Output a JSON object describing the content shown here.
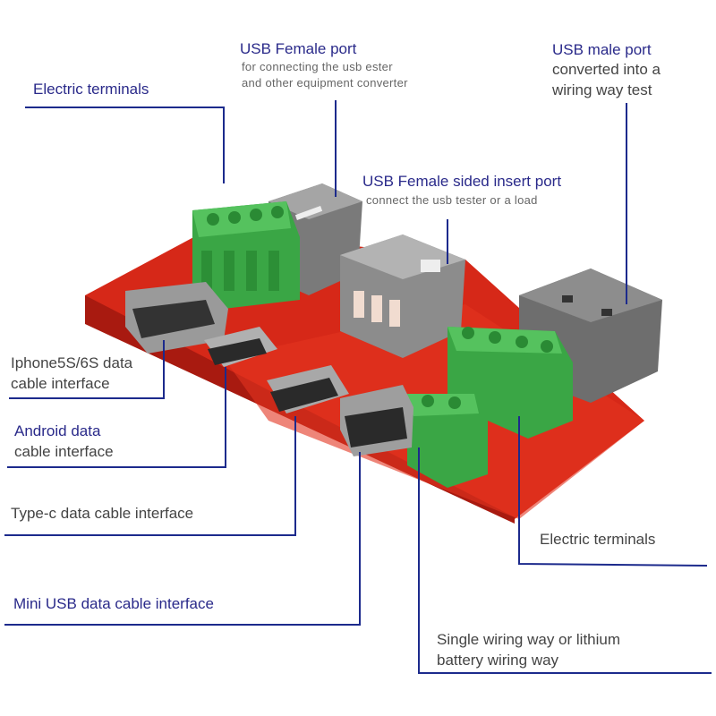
{
  "callouts": {
    "usb_female_port": {
      "title": "USB Female port",
      "desc_line1": "for connecting the usb ester",
      "desc_line2": "and other equipment converter"
    },
    "usb_male_port": {
      "title": "USB male port",
      "desc_line1": "converted into a",
      "desc_line2": "wiring way test"
    },
    "electric_terminals_top": {
      "title": "Electric terminals"
    },
    "usb_female_sided_insert_port": {
      "title": "USB Female sided insert port",
      "desc": "connect the usb tester or a load"
    },
    "iphone_interface": {
      "line1": "Iphone5S/6S data",
      "line2": "cable interface"
    },
    "android_interface": {
      "line1": "Android data",
      "line2": "cable interface"
    },
    "typec_interface": {
      "title": "Type-c data cable interface"
    },
    "mini_usb_interface": {
      "title": "Mini USB data cable interface"
    },
    "electric_terminals_bottom": {
      "title": "Electric terminals"
    },
    "single_wiring": {
      "line1": "Single wiring way or lithium",
      "line2": "battery wiring way"
    }
  },
  "colors": {
    "leader_line": "#1c2a8c",
    "pcb_red": "#e0301e",
    "terminal_green": "#3fb24a",
    "metal_gray": "#8a8a8a"
  }
}
